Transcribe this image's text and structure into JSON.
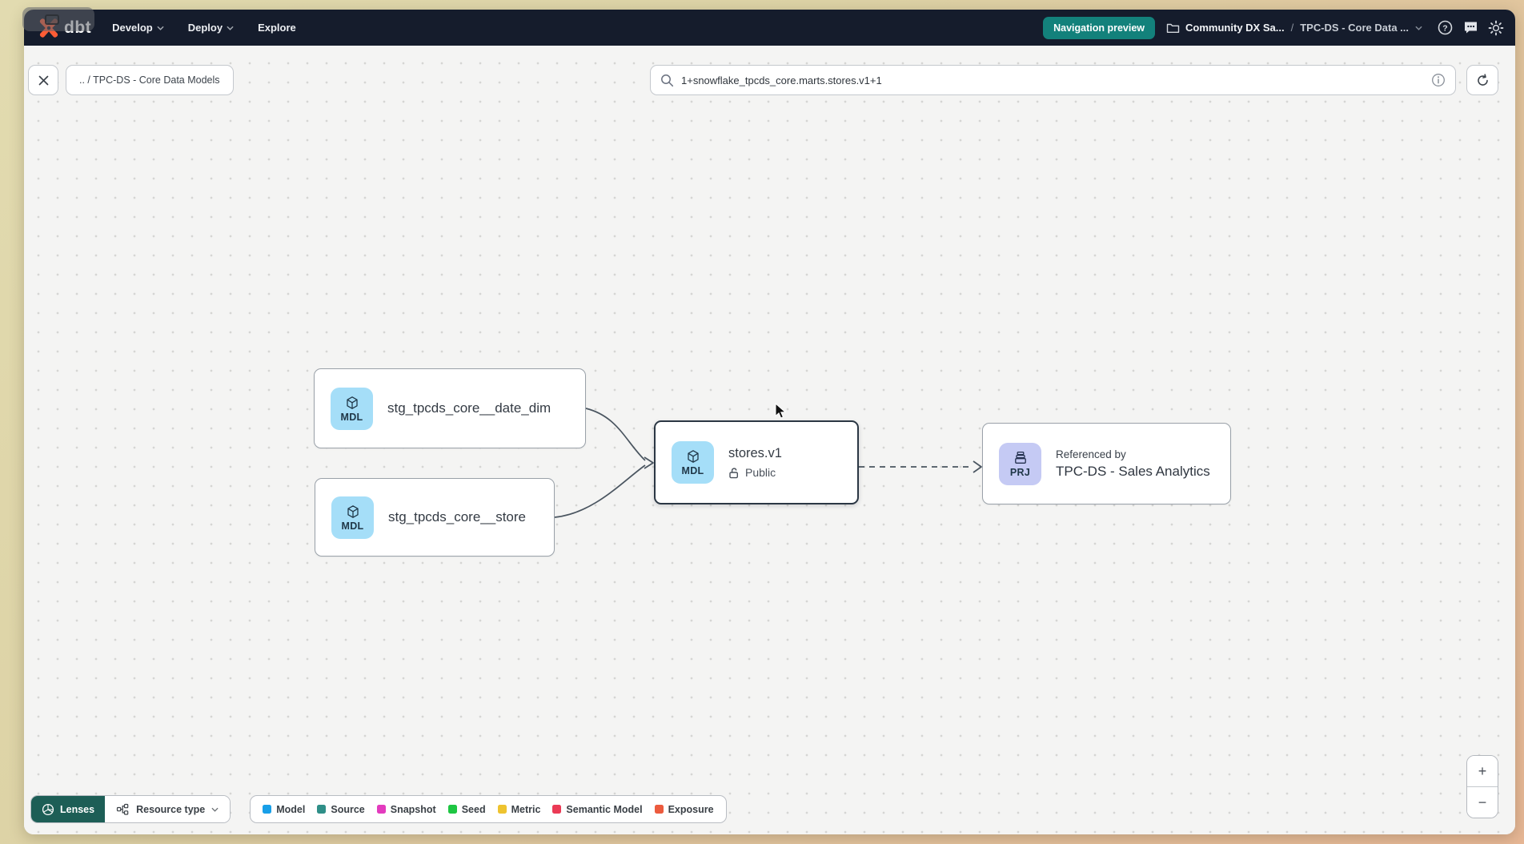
{
  "navbar": {
    "logo_text": "dbt",
    "menu": [
      {
        "label": "Develop"
      },
      {
        "label": "Deploy"
      },
      {
        "label": "Explore"
      }
    ],
    "preview_badge": "Navigation preview",
    "breadcrumb": {
      "project": "Community DX Sa...",
      "separator": "/",
      "section": "TPC-DS - Core Data ..."
    }
  },
  "toolbar": {
    "breadcrumb_chip": ".. / TPC-DS - Core Data Models",
    "search_value": "1+snowflake_tpcds_core.marts.stores.v1+1"
  },
  "graph": {
    "nodes": [
      {
        "badge": "MDL",
        "label": "stg_tpcds_core__date_dim"
      },
      {
        "badge": "MDL",
        "label": "stg_tpcds_core__store"
      },
      {
        "badge": "MDL",
        "label": "stores.v1",
        "access": "Public",
        "selected": true
      },
      {
        "badge": "PRJ",
        "label_top": "Referenced by",
        "label": "TPC-DS - Sales Analytics"
      }
    ]
  },
  "controls": {
    "lenses_label": "Lenses",
    "resource_type_label": "Resource type",
    "legend": [
      {
        "label": "Model",
        "color": "#189fe8"
      },
      {
        "label": "Source",
        "color": "#2f8f88"
      },
      {
        "label": "Snapshot",
        "color": "#e33bbe"
      },
      {
        "label": "Seed",
        "color": "#1ec643"
      },
      {
        "label": "Metric",
        "color": "#eec32f"
      },
      {
        "label": "Semantic Model",
        "color": "#eb3a55"
      },
      {
        "label": "Exposure",
        "color": "#ec5b3e"
      }
    ],
    "zoom_in": "+",
    "zoom_out": "−"
  },
  "colors": {
    "navbar_bg": "#151c2c",
    "preview_badge_bg": "#13817b",
    "lenses_bg": "#1d5e56",
    "mdl_badge_bg": "#a5def8",
    "prj_badge_bg": "#c5caf4",
    "selected_border": "#2b3744",
    "edge": "#4a5560",
    "brand_orange": "#ff5c35"
  }
}
